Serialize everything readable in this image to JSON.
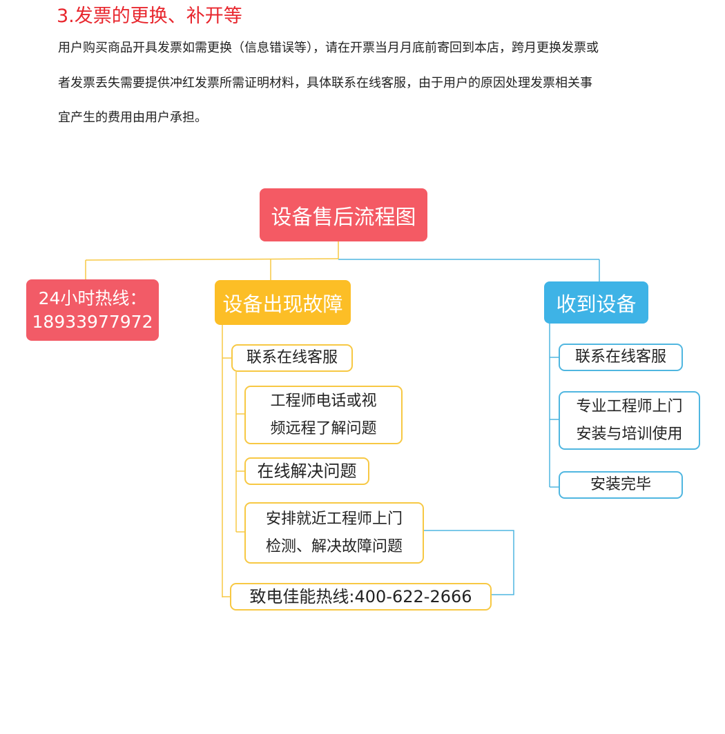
{
  "section": {
    "heading": "3.发票的更换、补开等",
    "paragraph_lines": [
      "用户购买商品开具发票如需更换（信息错误等），请在开票当月月底前寄回到本店，跨月更换发票或",
      "者发票丢失需要提供冲红发票所需证明材料，具体联系在线客服，由于用户的原因处理发票相关事",
      "宜产生的费用由用户承担。"
    ]
  },
  "diagram": {
    "title": "设备售后流程图",
    "hotline": {
      "label": "24小时热线：",
      "number": "18933977972"
    },
    "fault": {
      "label": "设备出现故障",
      "steps": {
        "contact": "联系在线客服",
        "remote_line1": "工程师电话或视",
        "remote_line2": "频远程了解问题",
        "online": "在线解决问题",
        "onsite_line1": "安排就近工程师上门",
        "onsite_line2": "检测、解决故障问题",
        "canon": "致电佳能热线:400-622-2666"
      }
    },
    "received": {
      "label": "收到设备",
      "steps": {
        "contact": "联系在线客服",
        "install_line1": "专业工程师上门",
        "install_line2": "安装与培训使用",
        "done": "安装完毕"
      }
    },
    "colors": {
      "heading": "#e8262d",
      "title_box": "#f45a64",
      "hotline_box": "#f25b67",
      "fault_box": "#fcbe26",
      "received_box": "#3eb3e6",
      "yellow_line": "#f7c843",
      "blue_line": "#4fb6e0"
    }
  }
}
